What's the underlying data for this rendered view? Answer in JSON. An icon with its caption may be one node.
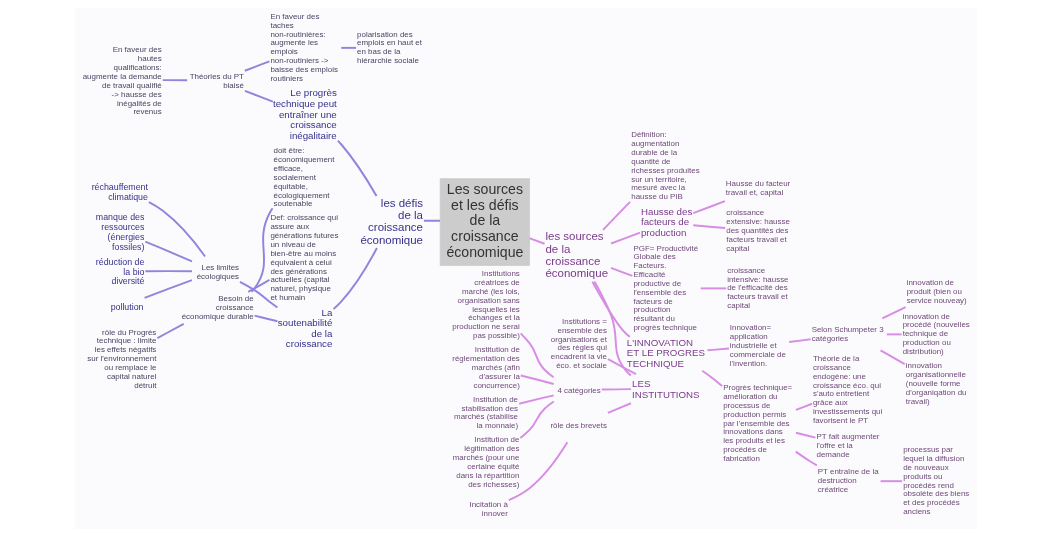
{
  "diagram": {
    "nodes": [
      {
        "text": [
          "Les sources et les défis de la croissance économique"
        ]
      },
      {
        "text": [
          "les sources de la croissance économique"
        ]
      },
      {
        "text": [
          "Définition: augmentation durable de la quantité de richesses produites sur un territoire, mesuré avec la hausse du PIB"
        ]
      },
      {
        "text": [
          "Hausse des facteurs de production"
        ]
      },
      {
        "text": [
          "Hausse du facteur travail et, capital"
        ]
      },
      {
        "text": [
          "croissance extensive: hausse des quantités des facteurs travail et capital"
        ]
      },
      {
        "text": [
          "PGF= Productivité Globale des Facteurs. Efficacité productive de l'ensemble des facteurs de production résultant du progrès technique"
        ]
      },
      {
        "text": [
          "croissance intensive: hausse de l'efficacité des facteurs travail et capital"
        ]
      },
      {
        "text": [
          "L'INNOVATION ET LE PROGRES TECHNIQUE"
        ]
      },
      {
        "text": [
          "Innovation= application industrielle et commerciale de l'invention."
        ]
      },
      {
        "text": [
          "Selon Schumpeter 3 catégories"
        ]
      },
      {
        "text": [
          "innovation de produit (bien ou service nouveay)"
        ]
      },
      {
        "text": [
          "innovation de procédé (nouvelles technique de production ou distribution)"
        ]
      },
      {
        "text": [
          "innovation organisationnelle (nouvelle forme d'organiqation du travail)"
        ]
      },
      {
        "text": [
          "Progrès technique= amélioration du processus de production permis par l'ensemble des innovations dans les produits et les procédés de fabrication"
        ]
      },
      {
        "text": [
          "Théorie de la croissance endogène: une croissance éco. qui s'auto entretient grâce aux investissements qui favorisent le PT"
        ]
      },
      {
        "text": [
          "PT fait augmenter l'offre et la demande"
        ]
      },
      {
        "text": [
          "PT entraîne de la destruction créatrice"
        ]
      },
      {
        "text": [
          "processus par lequel la diffusion de nouveaux produits ou procédés rend obsolète des biens et des procédés anciens"
        ]
      },
      {
        "text": [
          "LES INSTITUTIONS"
        ]
      },
      {
        "text": [
          "Institutions = ensemble des organisations et des règles qui encadrent la vie éco. et sociale"
        ]
      },
      {
        "text": [
          "4 catégories"
        ]
      },
      {
        "text": [
          "Institutions créatrices de marché (les lois, organisation sans lesquelles les échanges et la production ne serai pas possible)"
        ]
      },
      {
        "text": [
          "Institution de réglementation des marchés (afin d'assurer la concurrence)"
        ]
      },
      {
        "text": [
          "Institution de stabilisation des marchés (stabilise la monnaie)"
        ]
      },
      {
        "text": [
          "Institution de légitimation des marchés (pour une certaine équité dans la répartition des richesses)"
        ]
      },
      {
        "text": [
          "rôle des brevets"
        ]
      },
      {
        "text": [
          "Incitation à innover"
        ]
      },
      {
        "text": [
          "les défis de la croissance économique"
        ]
      },
      {
        "text": [
          "Le progrès technique peut entraîner une croissance inégalitaire"
        ]
      },
      {
        "text": [
          "Théories du PT biaisé"
        ]
      },
      {
        "text": [
          "En faveur des hautes qualifications: augmente la demande de travail qualifié -> hausse des inégalités de revenus"
        ]
      },
      {
        "text": [
          "En faveur des taches non-routinières: augmente les emplois non-routiniers -> baisse des emplois routiniers"
        ]
      },
      {
        "text": [
          "polarisation des emplois en haut et en bas de la hiérarchie sociale"
        ]
      },
      {
        "text": [
          "La soutenabilité de la croissance"
        ]
      },
      {
        "text": [
          "Les limites écologiques"
        ]
      },
      {
        "text": [
          "réchauffement climatique"
        ]
      },
      {
        "text": [
          "manque des ressources (énergies fossiles)"
        ]
      },
      {
        "text": [
          "réduction de la bio diversité"
        ]
      },
      {
        "text": [
          "pollution"
        ]
      },
      {
        "text": [
          "Besoin de croissance économique durable"
        ]
      },
      {
        "text": [
          "doit être: économiquement efficace, socialement équitable, écologiquement soutenable"
        ]
      },
      {
        "text": [
          "Def: croissance qui assure aux générations futures un niveau de bien-être au moins équivalent à celui des générations actuelles (capital naturel, physique et humain"
        ]
      },
      {
        "text": [
          "rôle du Progrès technique : limite les effets négatifs sur l'environnement ou remplace le capital naturel détruit"
        ]
      }
    ],
    "edges": [
      {
        "from": 0,
        "to": 1,
        "arrow": "none"
      },
      {
        "from": 1,
        "to": 2,
        "arrow": "none"
      },
      {
        "from": 1,
        "to": 3,
        "arrow": "none"
      },
      {
        "from": 3,
        "to": 4,
        "arrow": "none"
      },
      {
        "from": 3,
        "to": 5,
        "arrow": "none"
      },
      {
        "from": 1,
        "to": 6,
        "arrow": "none"
      },
      {
        "from": 6,
        "to": 7,
        "arrow": "none"
      },
      {
        "from": 1,
        "to": 8,
        "arrow": "none"
      },
      {
        "from": 8,
        "to": 9,
        "arrow": "none"
      },
      {
        "from": 9,
        "to": 10,
        "arrow": "none"
      },
      {
        "from": 10,
        "to": 11,
        "arrow": "none"
      },
      {
        "from": 10,
        "to": 12,
        "arrow": "none"
      },
      {
        "from": 10,
        "to": 13,
        "arrow": "none"
      },
      {
        "from": 8,
        "to": 14,
        "arrow": "none"
      },
      {
        "from": 14,
        "to": 15,
        "arrow": "none"
      },
      {
        "from": 14,
        "to": 16,
        "arrow": "none"
      },
      {
        "from": 14,
        "to": 17,
        "arrow": "none"
      },
      {
        "from": 17,
        "to": 18,
        "arrow": "none"
      },
      {
        "from": 1,
        "to": 19,
        "arrow": "none"
      },
      {
        "from": 19,
        "to": 20,
        "arrow": "none"
      },
      {
        "from": 19,
        "to": 21,
        "arrow": "none"
      },
      {
        "from": 21,
        "to": 22,
        "arrow": "none"
      },
      {
        "from": 21,
        "to": 23,
        "arrow": "none"
      },
      {
        "from": 21,
        "to": 24,
        "arrow": "none"
      },
      {
        "from": 21,
        "to": 25,
        "arrow": "none"
      },
      {
        "from": 19,
        "to": 26,
        "arrow": "none"
      },
      {
        "from": 26,
        "to": 27,
        "arrow": "none"
      },
      {
        "from": 0,
        "to": 28,
        "arrow": "none",
        "color": "#8f86dc"
      },
      {
        "from": 28,
        "to": 29,
        "arrow": "none",
        "color": "#8f86dc"
      },
      {
        "from": 29,
        "to": 30,
        "arrow": "none",
        "color": "#8f86dc"
      },
      {
        "from": 30,
        "to": 31,
        "arrow": "none",
        "color": "#8f86dc"
      },
      {
        "from": 30,
        "to": 32,
        "arrow": "none",
        "color": "#8f86dc"
      },
      {
        "from": 32,
        "to": 33,
        "arrow": "none",
        "color": "#8f86dc"
      },
      {
        "from": 28,
        "to": 34,
        "arrow": "none",
        "color": "#8f86dc"
      },
      {
        "from": 34,
        "to": 35,
        "arrow": "none",
        "color": "#8f86dc"
      },
      {
        "from": 35,
        "to": 36,
        "arrow": "none",
        "color": "#8f86dc"
      },
      {
        "from": 35,
        "to": 37,
        "arrow": "none",
        "color": "#8f86dc"
      },
      {
        "from": 35,
        "to": 38,
        "arrow": "none",
        "color": "#8f86dc"
      },
      {
        "from": 35,
        "to": 39,
        "arrow": "none",
        "color": "#8f86dc"
      },
      {
        "from": 34,
        "to": 40,
        "arrow": "none",
        "color": "#8f86dc"
      },
      {
        "from": 40,
        "to": 41,
        "arrow": "none",
        "color": "#8f86dc"
      },
      {
        "from": 40,
        "to": 42,
        "arrow": "none",
        "color": "#8f86dc"
      },
      {
        "from": 40,
        "to": 43,
        "arrow": "none",
        "color": "#8f86dc"
      }
    ]
  }
}
